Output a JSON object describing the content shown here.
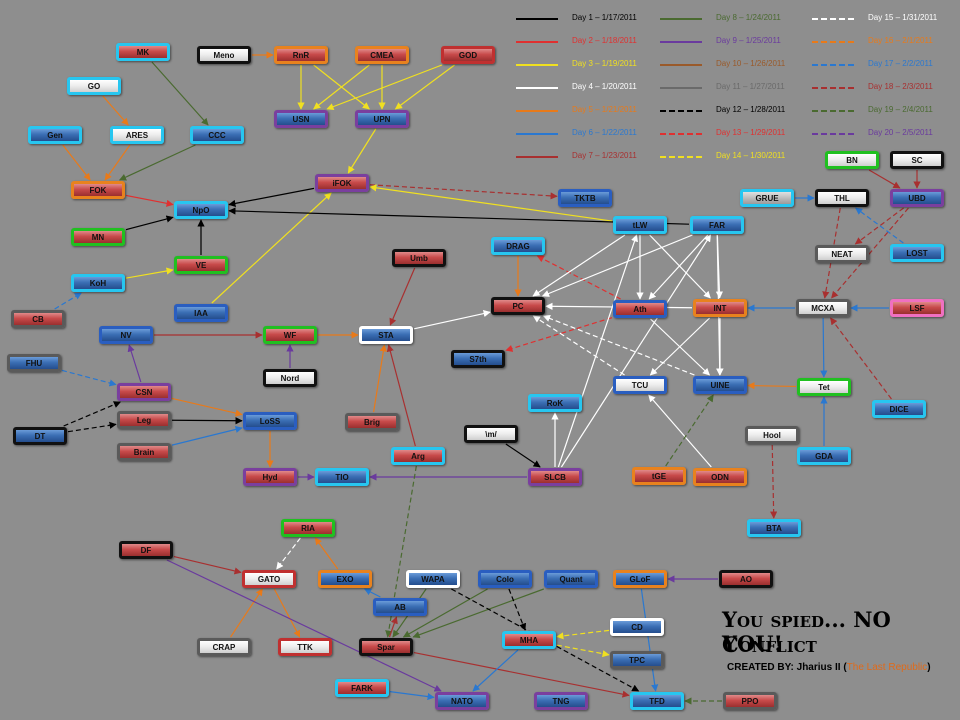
{
  "title": "You spied... NO YOU!",
  "subtitle": "Conflict",
  "credit": {
    "prefix": "CREATED BY: ",
    "author": "Jharius II",
    "open": " (",
    "alliance": "The Last Republic",
    "close": ")"
  },
  "colors": {
    "blue": "#3b6fb4",
    "red": "#c84a4a",
    "white": "#ececec",
    "gray": "#bdbdbd",
    "border_orange": "#e8821e",
    "border_cyan": "#27c6f0",
    "border_purple": "#7a3f9e",
    "border_black": "#111111",
    "border_white": "#ffffff",
    "border_green": "#20c020",
    "border_blue": "#2a5ec0",
    "border_pink": "#f070c0",
    "border_red": "#c03030"
  },
  "legend": [
    {
      "label": "Day 1 – 1/17/2011",
      "color": "#000000",
      "dash": false
    },
    {
      "label": "Day 2 – 1/18/2011",
      "color": "#e03030",
      "dash": false
    },
    {
      "label": "Day 3 – 1/19/2011",
      "color": "#f0e020",
      "dash": false
    },
    {
      "label": "Day 4 – 1/20/2011",
      "color": "#ffffff",
      "dash": false
    },
    {
      "label": "Day 5 – 1/21/2011",
      "color": "#e87a1a",
      "dash": false
    },
    {
      "label": "Day 6 – 1/22/2011",
      "color": "#2a78d0",
      "dash": false
    },
    {
      "label": "Day 7 – 1/23/2011",
      "color": "#a83030",
      "dash": false
    },
    {
      "label": "Day 8 – 1/24/2011",
      "color": "#4a6a30",
      "dash": false
    },
    {
      "label": "Day 9 – 1/25/2011",
      "color": "#6a3a9e",
      "dash": false
    },
    {
      "label": "Day 10 – 1/26/2011",
      "color": "#9a5a2a",
      "dash": false
    },
    {
      "label": "Day 11 – 1/27/2011",
      "color": "#6a6a6a",
      "dash": false
    },
    {
      "label": "Day 12 – 1/28/2011",
      "color": "#000000",
      "dash": true
    },
    {
      "label": "Day 13 – 1/29/2011",
      "color": "#e03030",
      "dash": true
    },
    {
      "label": "Day 14 – 1/30/2011",
      "color": "#f0e020",
      "dash": true
    },
    {
      "label": "Day 15 – 1/31/2011",
      "color": "#ffffff",
      "dash": true
    },
    {
      "label": "Day 16 – 2/1/2011",
      "color": "#e87a1a",
      "dash": true
    },
    {
      "label": "Day 17 – 2/2/2011",
      "color": "#2a78d0",
      "dash": true
    },
    {
      "label": "Day 18 – 2/3/2011",
      "color": "#a83030",
      "dash": true
    },
    {
      "label": "Day 19 – 2/4/2011",
      "color": "#4a6a30",
      "dash": true
    },
    {
      "label": "Day 20 – 2/5/2011",
      "color": "#6a3a9e",
      "dash": true
    }
  ],
  "nodes": [
    {
      "id": "MK",
      "label": "MK",
      "fill": "red",
      "border": "cyan"
    },
    {
      "id": "Meno",
      "label": "Meno",
      "fill": "white",
      "border": "black"
    },
    {
      "id": "RnR",
      "label": "RnR",
      "fill": "red",
      "border": "orange"
    },
    {
      "id": "CMEA",
      "label": "CMEA",
      "fill": "red",
      "border": "orange"
    },
    {
      "id": "GOD",
      "label": "GOD",
      "fill": "red",
      "border": "red"
    },
    {
      "id": "GO",
      "label": "GO",
      "fill": "white",
      "border": "cyan"
    },
    {
      "id": "USN",
      "label": "USN",
      "fill": "blue",
      "border": "purple"
    },
    {
      "id": "UPN",
      "label": "UPN",
      "fill": "blue",
      "border": "purple"
    },
    {
      "id": "Gen",
      "label": "Gen",
      "fill": "blue",
      "border": "cyan"
    },
    {
      "id": "ARES",
      "label": "ARES",
      "fill": "white",
      "border": "cyan"
    },
    {
      "id": "CCC",
      "label": "CCC",
      "fill": "blue",
      "border": "cyan"
    },
    {
      "id": "FOK",
      "label": "FOK",
      "fill": "red",
      "border": "orange"
    },
    {
      "id": "iFOK",
      "label": "iFOK",
      "fill": "red",
      "border": "purple"
    },
    {
      "id": "TKTB",
      "label": "TKTB",
      "fill": "blue",
      "border": "blue"
    },
    {
      "id": "NpO",
      "label": "NpO",
      "fill": "blue",
      "border": "cyan"
    },
    {
      "id": "tLW",
      "label": "tLW",
      "fill": "blue",
      "border": "cyan"
    },
    {
      "id": "FAR",
      "label": "FAR",
      "fill": "blue",
      "border": "cyan"
    },
    {
      "id": "GRUE",
      "label": "GRUE",
      "fill": "gray",
      "border": "cyan"
    },
    {
      "id": "THL",
      "label": "THL",
      "fill": "white",
      "border": "black"
    },
    {
      "id": "UBD",
      "label": "UBD",
      "fill": "blue",
      "border": "purple"
    },
    {
      "id": "BN",
      "label": "BN",
      "fill": "white",
      "border": "green"
    },
    {
      "id": "SC",
      "label": "SC",
      "fill": "white",
      "border": "black"
    },
    {
      "id": "MN",
      "label": "MN",
      "fill": "red",
      "border": "green"
    },
    {
      "id": "DRAG",
      "label": "DRAG",
      "fill": "blue",
      "border": "cyan"
    },
    {
      "id": "Umb",
      "label": "Umb",
      "fill": "red",
      "border": "black"
    },
    {
      "id": "NEAT",
      "label": "NEAT",
      "fill": "white",
      "border": "gray"
    },
    {
      "id": "LOST",
      "label": "LOST",
      "fill": "blue",
      "border": "cyan"
    },
    {
      "id": "VE",
      "label": "VE",
      "fill": "red",
      "border": "green"
    },
    {
      "id": "KoH",
      "label": "KoH",
      "fill": "blue",
      "border": "cyan"
    },
    {
      "id": "PC",
      "label": "PC",
      "fill": "red",
      "border": "black"
    },
    {
      "id": "Ath",
      "label": "Ath",
      "fill": "red",
      "border": "blue"
    },
    {
      "id": "INT",
      "label": "INT",
      "fill": "red",
      "border": "orange"
    },
    {
      "id": "MCXA",
      "label": "MCXA",
      "fill": "white",
      "border": "gray"
    },
    {
      "id": "LSF",
      "label": "LSF",
      "fill": "red",
      "border": "pink"
    },
    {
      "id": "CB",
      "label": "CB",
      "fill": "red",
      "border": "gray"
    },
    {
      "id": "IAA",
      "label": "IAA",
      "fill": "blue",
      "border": "blue"
    },
    {
      "id": "NV",
      "label": "NV",
      "fill": "blue",
      "border": "blue"
    },
    {
      "id": "WF",
      "label": "WF",
      "fill": "red",
      "border": "green"
    },
    {
      "id": "STA",
      "label": "STA",
      "fill": "blue",
      "border": "white"
    },
    {
      "id": "FHU",
      "label": "FHU",
      "fill": "blue",
      "border": "gray"
    },
    {
      "id": "S7th",
      "label": "S7th",
      "fill": "blue",
      "border": "black"
    },
    {
      "id": "Nord",
      "label": "Nord",
      "fill": "white",
      "border": "black"
    },
    {
      "id": "CSN",
      "label": "CSN",
      "fill": "red",
      "border": "purple"
    },
    {
      "id": "TCU",
      "label": "TCU",
      "fill": "white",
      "border": "blue"
    },
    {
      "id": "UINE",
      "label": "UINE",
      "fill": "blue",
      "border": "blue"
    },
    {
      "id": "Tet",
      "label": "Tet",
      "fill": "white",
      "border": "green"
    },
    {
      "id": "DICE",
      "label": "DICE",
      "fill": "blue",
      "border": "cyan"
    },
    {
      "id": "RoK",
      "label": "RoK",
      "fill": "blue",
      "border": "cyan"
    },
    {
      "id": "Leg",
      "label": "Leg",
      "fill": "red",
      "border": "gray"
    },
    {
      "id": "LoSS",
      "label": "LoSS",
      "fill": "blue",
      "border": "blue"
    },
    {
      "id": "Brig",
      "label": "Brig",
      "fill": "red",
      "border": "gray"
    },
    {
      "id": "DT",
      "label": "DT",
      "fill": "blue",
      "border": "black"
    },
    {
      "id": "m",
      "label": "\\m/",
      "fill": "white",
      "border": "black"
    },
    {
      "id": "Hool",
      "label": "Hool",
      "fill": "white",
      "border": "gray"
    },
    {
      "id": "Brain",
      "label": "Brain",
      "fill": "red",
      "border": "gray"
    },
    {
      "id": "GDA",
      "label": "GDA",
      "fill": "blue",
      "border": "cyan"
    },
    {
      "id": "Hyd",
      "label": "Hyd",
      "fill": "red",
      "border": "purple"
    },
    {
      "id": "TIO",
      "label": "TIO",
      "fill": "blue",
      "border": "cyan"
    },
    {
      "id": "Arg",
      "label": "Arg",
      "fill": "red",
      "border": "cyan"
    },
    {
      "id": "SLCB",
      "label": "SLCB",
      "fill": "red",
      "border": "purple"
    },
    {
      "id": "tGE",
      "label": "tGE",
      "fill": "red",
      "border": "orange"
    },
    {
      "id": "ODN",
      "label": "ODN",
      "fill": "red",
      "border": "orange"
    },
    {
      "id": "BTA",
      "label": "BTA",
      "fill": "blue",
      "border": "cyan"
    },
    {
      "id": "RIA",
      "label": "RIA",
      "fill": "red",
      "border": "green"
    },
    {
      "id": "DF",
      "label": "DF",
      "fill": "red",
      "border": "black"
    },
    {
      "id": "GATO",
      "label": "GATO",
      "fill": "white",
      "border": "red"
    },
    {
      "id": "EXO",
      "label": "EXO",
      "fill": "blue",
      "border": "orange"
    },
    {
      "id": "WAPA",
      "label": "WAPA",
      "fill": "blue",
      "border": "white"
    },
    {
      "id": "Colo",
      "label": "Colo",
      "fill": "blue",
      "border": "blue"
    },
    {
      "id": "Quant",
      "label": "Quant",
      "fill": "blue",
      "border": "blue"
    },
    {
      "id": "GLoF",
      "label": "GLoF",
      "fill": "blue",
      "border": "orange"
    },
    {
      "id": "AO",
      "label": "AO",
      "fill": "red",
      "border": "black"
    },
    {
      "id": "AB",
      "label": "AB",
      "fill": "blue",
      "border": "blue"
    },
    {
      "id": "CD",
      "label": "CD",
      "fill": "blue",
      "border": "white"
    },
    {
      "id": "CRAP",
      "label": "CRAP",
      "fill": "white",
      "border": "gray"
    },
    {
      "id": "TTK",
      "label": "TTK",
      "fill": "white",
      "border": "red"
    },
    {
      "id": "Spar",
      "label": "Spar",
      "fill": "red",
      "border": "black"
    },
    {
      "id": "MHA",
      "label": "MHA",
      "fill": "red",
      "border": "cyan"
    },
    {
      "id": "TPC",
      "label": "TPC",
      "fill": "blue",
      "border": "gray"
    },
    {
      "id": "FARK",
      "label": "FARK",
      "fill": "red",
      "border": "cyan"
    },
    {
      "id": "NATO",
      "label": "NATO",
      "fill": "blue",
      "border": "purple"
    },
    {
      "id": "TNG",
      "label": "TNG",
      "fill": "blue",
      "border": "purple"
    },
    {
      "id": "TFD",
      "label": "TFD",
      "fill": "blue",
      "border": "cyan"
    },
    {
      "id": "PPO",
      "label": "PPO",
      "fill": "red",
      "border": "gray"
    }
  ],
  "edges": [
    {
      "from": "MK",
      "to": "CCC",
      "day": 8
    },
    {
      "from": "Meno",
      "to": "RnR",
      "day": 5
    },
    {
      "from": "RnR",
      "to": "USN",
      "day": 3
    },
    {
      "from": "RnR",
      "to": "UPN",
      "day": 3
    },
    {
      "from": "CMEA",
      "to": "USN",
      "day": 3
    },
    {
      "from": "CMEA",
      "to": "UPN",
      "day": 3
    },
    {
      "from": "GOD",
      "to": "USN",
      "day": 3
    },
    {
      "from": "GOD",
      "to": "UPN",
      "day": 3
    },
    {
      "from": "UPN",
      "to": "iFOK",
      "day": 3
    },
    {
      "from": "GO",
      "to": "ARES",
      "day": 5
    },
    {
      "from": "Gen",
      "to": "FOK",
      "day": 5
    },
    {
      "from": "ARES",
      "to": "FOK",
      "day": 5
    },
    {
      "from": "CCC",
      "to": "FOK",
      "day": 8
    },
    {
      "from": "FOK",
      "to": "NpO",
      "day": 2
    },
    {
      "from": "iFOK",
      "to": "NpO",
      "day": 1
    },
    {
      "from": "iFOK",
      "to": "TKTB",
      "day": 18
    },
    {
      "from": "tLW",
      "to": "iFOK",
      "day": 3
    },
    {
      "from": "MN",
      "to": "NpO",
      "day": 1
    },
    {
      "from": "VE",
      "to": "NpO",
      "day": 1
    },
    {
      "from": "KoH",
      "to": "VE",
      "day": 3
    },
    {
      "from": "IAA",
      "to": "iFOK",
      "day": 3
    },
    {
      "from": "FAR",
      "to": "NpO",
      "day": 1
    },
    {
      "from": "CB",
      "to": "KoH",
      "day": 17
    },
    {
      "from": "DRAG",
      "to": "PC",
      "day": 5
    },
    {
      "from": "Umb",
      "to": "STA",
      "day": 7
    },
    {
      "from": "WF",
      "to": "STA",
      "day": 5
    },
    {
      "from": "Nord",
      "to": "WF",
      "day": 9
    },
    {
      "from": "STA",
      "to": "PC",
      "day": 4
    },
    {
      "from": "Ath",
      "to": "DRAG",
      "day": 13
    },
    {
      "from": "Ath",
      "to": "S7th",
      "day": 13
    },
    {
      "from": "tLW",
      "to": "PC",
      "day": 4
    },
    {
      "from": "FAR",
      "to": "PC",
      "day": 4
    },
    {
      "from": "tLW",
      "to": "Ath",
      "day": 4
    },
    {
      "from": "FAR",
      "to": "Ath",
      "day": 4
    },
    {
      "from": "FAR",
      "to": "INT",
      "day": 4
    },
    {
      "from": "tLW",
      "to": "INT",
      "day": 4
    },
    {
      "from": "INT",
      "to": "PC",
      "day": 4
    },
    {
      "from": "INT",
      "to": "TCU",
      "day": 4
    },
    {
      "from": "TCU",
      "to": "PC",
      "day": 15
    },
    {
      "from": "UINE",
      "to": "PC",
      "day": 15
    },
    {
      "from": "INT",
      "to": "UINE",
      "day": 4
    },
    {
      "from": "FAR",
      "to": "UINE",
      "day": 4
    },
    {
      "from": "Ath",
      "to": "UINE",
      "day": 4
    },
    {
      "from": "Tet",
      "to": "UINE",
      "day": 5
    },
    {
      "from": "GRUE",
      "to": "THL",
      "day": 6
    },
    {
      "from": "BN",
      "to": "UBD",
      "day": 7
    },
    {
      "from": "SC",
      "to": "UBD",
      "day": 7
    },
    {
      "from": "UBD",
      "to": "NEAT",
      "day": 18
    },
    {
      "from": "UBD",
      "to": "MCXA",
      "day": 18
    },
    {
      "from": "THL",
      "to": "MCXA",
      "day": 18
    },
    {
      "from": "LOST",
      "to": "THL",
      "day": 17
    },
    {
      "from": "LSF",
      "to": "MCXA",
      "day": 6
    },
    {
      "from": "MCXA",
      "to": "INT",
      "day": 6
    },
    {
      "from": "MCXA",
      "to": "Tet",
      "day": 6
    },
    {
      "from": "GDA",
      "to": "Tet",
      "day": 6
    },
    {
      "from": "DICE",
      "to": "MCXA",
      "day": 18
    },
    {
      "from": "Hool",
      "to": "BTA",
      "day": 18
    },
    {
      "from": "ODN",
      "to": "TCU",
      "day": 4
    },
    {
      "from": "tGE",
      "to": "UINE",
      "day": 19
    },
    {
      "from": "SLCB",
      "to": "FAR",
      "day": 4
    },
    {
      "from": "SLCB",
      "to": "tLW",
      "day": 4
    },
    {
      "from": "m",
      "to": "SLCB",
      "day": 1
    },
    {
      "from": "SLCB",
      "to": "RoK",
      "day": 4
    },
    {
      "from": "SLCB",
      "to": "TIO",
      "day": 9
    },
    {
      "from": "Arg",
      "to": "STA",
      "day": 7
    },
    {
      "from": "Brig",
      "to": "STA",
      "day": 5
    },
    {
      "from": "Hyd",
      "to": "TIO",
      "day": 9
    },
    {
      "from": "LoSS",
      "to": "Hyd",
      "day": 5
    },
    {
      "from": "CSN",
      "to": "LoSS",
      "day": 5
    },
    {
      "from": "Leg",
      "to": "LoSS",
      "day": 1
    },
    {
      "from": "Brain",
      "to": "LoSS",
      "day": 6
    },
    {
      "from": "DT",
      "to": "Leg",
      "day": 12
    },
    {
      "from": "DT",
      "to": "CSN",
      "day": 12
    },
    {
      "from": "FHU",
      "to": "CSN",
      "day": 17
    },
    {
      "from": "CSN",
      "to": "NV",
      "day": 9
    },
    {
      "from": "NV",
      "to": "WF",
      "day": 7
    },
    {
      "from": "Arg",
      "to": "Spar",
      "day": 19
    },
    {
      "from": "RIA",
      "to": "GATO",
      "day": 15
    },
    {
      "from": "EXO",
      "to": "RIA",
      "day": 5
    },
    {
      "from": "GATO",
      "to": "TTK",
      "day": 5
    },
    {
      "from": "CRAP",
      "to": "GATO",
      "day": 5
    },
    {
      "from": "DF",
      "to": "GATO",
      "day": 7
    },
    {
      "from": "AO",
      "to": "GLoF",
      "day": 9
    },
    {
      "from": "AB",
      "to": "EXO",
      "day": 6
    },
    {
      "from": "Spar",
      "to": "AB",
      "day": 7
    },
    {
      "from": "Colo",
      "to": "Spar",
      "day": 8
    },
    {
      "from": "Quant",
      "to": "Spar",
      "day": 8
    },
    {
      "from": "WAPA",
      "to": "Spar",
      "day": 8
    },
    {
      "from": "WAPA",
      "to": "TFD",
      "day": 12
    },
    {
      "from": "Colo",
      "to": "MHA",
      "day": 12
    },
    {
      "from": "CD",
      "to": "MHA",
      "day": 14
    },
    {
      "from": "MHA",
      "to": "TPC",
      "day": 14
    },
    {
      "from": "Spar",
      "to": "TFD",
      "day": 7
    },
    {
      "from": "FARK",
      "to": "NATO",
      "day": 6
    },
    {
      "from": "MHA",
      "to": "NATO",
      "day": 6
    },
    {
      "from": "PPO",
      "to": "TFD",
      "day": 19
    },
    {
      "from": "DF",
      "to": "NATO",
      "day": 9
    },
    {
      "from": "GLoF",
      "to": "TFD",
      "day": 6
    }
  ]
}
